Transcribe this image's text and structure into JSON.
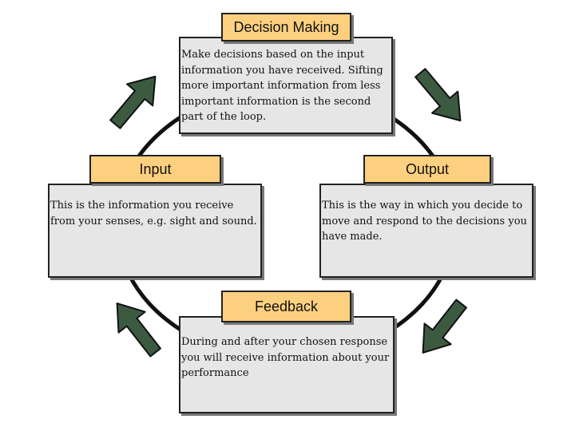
{
  "diagram": {
    "stages": [
      {
        "title": "Decision Making",
        "description": "Make decisions based on the input information you have received.  Sifting more important information from less important information is the second part of the loop."
      },
      {
        "title": "Input",
        "description": "This is the information you receive from your senses, e.g. sight and sound."
      },
      {
        "title": "Output",
        "description": "This is the way in which you decide to move and respond to the decisions you have made."
      },
      {
        "title": "Feedback",
        "description": "During and after your chosen response you will receive information about your performance"
      }
    ],
    "arrows": [
      {
        "name": "arrow-input-to-decision",
        "direction": "up-right"
      },
      {
        "name": "arrow-decision-to-output",
        "direction": "down-right"
      },
      {
        "name": "arrow-output-to-feedback",
        "direction": "down-left"
      },
      {
        "name": "arrow-feedback-to-input",
        "direction": "up-left"
      }
    ],
    "colors": {
      "box_fill": "#e6e6e6",
      "label_fill": "#fdd080",
      "arrow_fill": "#3c5a40",
      "cycle_line": "#111111"
    }
  }
}
